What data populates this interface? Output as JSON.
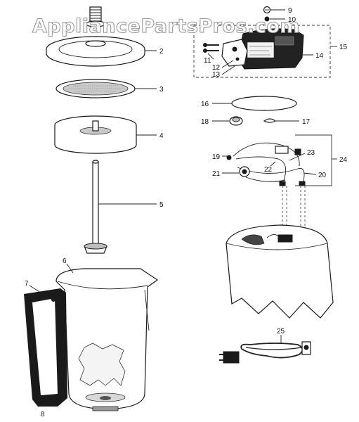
{
  "watermark": "AppliancePartsPros.com",
  "part_labels": [
    "2",
    "3",
    "4",
    "5",
    "6",
    "7",
    "8",
    "9",
    "10",
    "11",
    "12",
    "13",
    "14",
    "15",
    "16",
    "17",
    "18",
    "19",
    "20",
    "21",
    "22",
    "23",
    "24",
    "25"
  ]
}
